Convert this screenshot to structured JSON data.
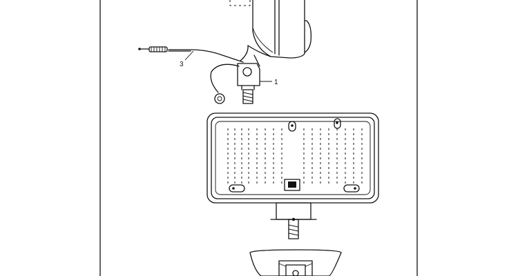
{
  "diagram": {
    "callouts": [
      {
        "id": "1",
        "label": "1"
      },
      {
        "id": "3",
        "label": "3"
      }
    ]
  }
}
